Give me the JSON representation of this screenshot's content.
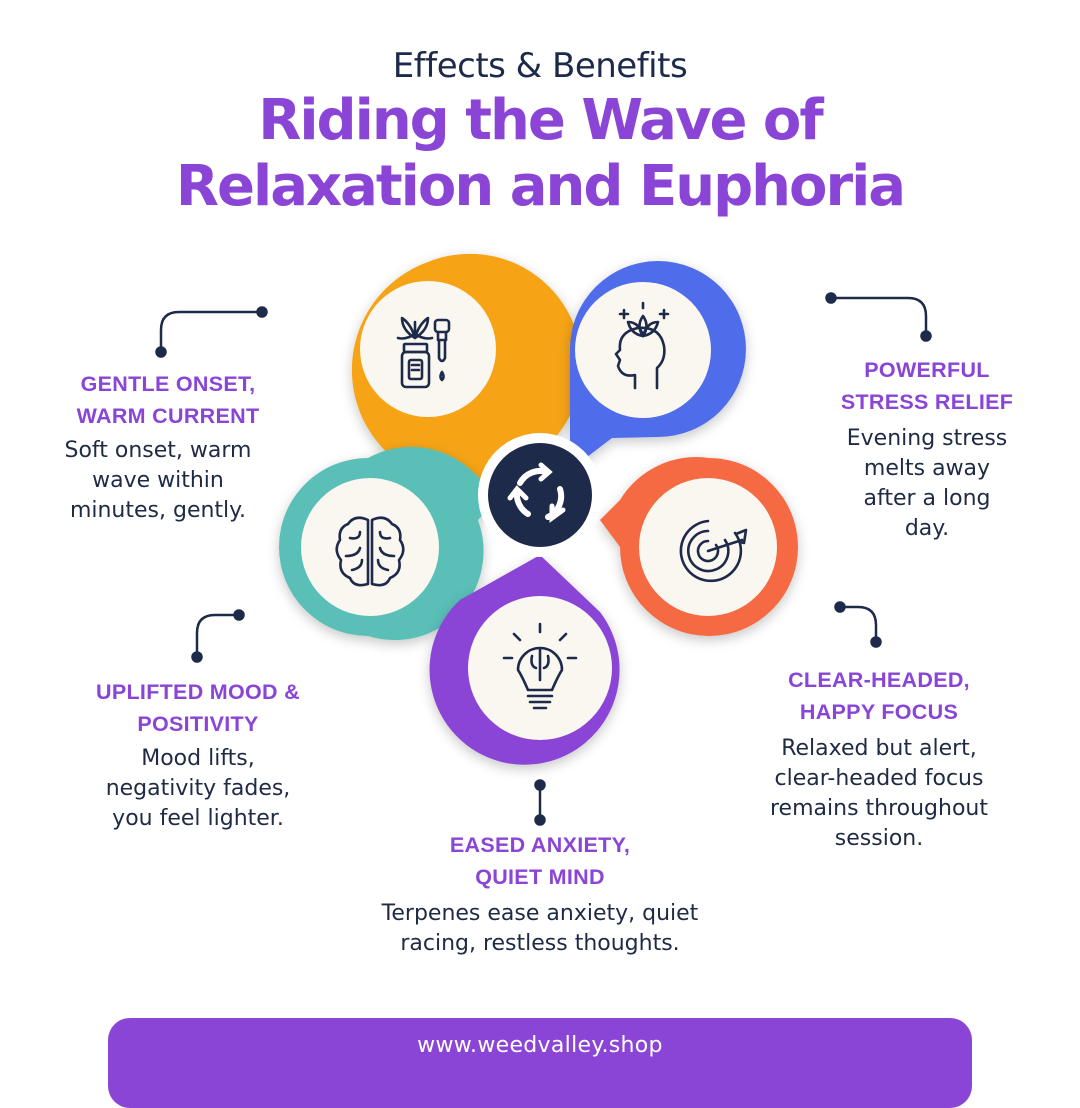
{
  "header": {
    "subtitle": "Effects & Benefits",
    "title_line1": "Riding the Wave of",
    "title_line2": "Relaxation and Euphoria"
  },
  "colors": {
    "purple": "#8A45D6",
    "navy": "#1E2A4A",
    "orange": "#F6A413",
    "blue": "#4F6CEB",
    "teal": "#5ABFB7",
    "coral": "#F56A42",
    "violet": "#8A45D6",
    "cream": "#FAF7F1"
  },
  "center": {
    "icon": "cycle-arrows-icon"
  },
  "petals": [
    {
      "id": "gentle-onset",
      "color": "orange",
      "icon": "cannabis-tincture-icon"
    },
    {
      "id": "stress-relief",
      "color": "blue",
      "icon": "lotus-head-icon"
    },
    {
      "id": "uplifted-mood",
      "color": "teal",
      "icon": "brain-icon"
    },
    {
      "id": "clear-focus",
      "color": "coral",
      "icon": "target-arrow-icon"
    },
    {
      "id": "eased-anxiety",
      "color": "violet",
      "icon": "brain-lightbulb-icon"
    }
  ],
  "benefits": {
    "gentle_onset": {
      "heading1": "GENTLE ONSET,",
      "heading2": "WARM CURRENT",
      "desc1": "Soft onset, warm",
      "desc2": "wave within",
      "desc3": "minutes, gently."
    },
    "stress_relief": {
      "heading1": "POWERFUL",
      "heading2": "STRESS RELIEF",
      "desc1": "Evening stress",
      "desc2": "melts away",
      "desc3": "after a long",
      "desc4": "day."
    },
    "uplifted_mood": {
      "heading1": "UPLIFTED MOOD &",
      "heading2": "POSITIVITY",
      "desc1": "Mood lifts,",
      "desc2": "negativity fades,",
      "desc3": "you feel lighter."
    },
    "clear_focus": {
      "heading1": "CLEAR-HEADED,",
      "heading2": "HAPPY FOCUS",
      "desc1": "Relaxed but alert,",
      "desc2": "clear-headed focus",
      "desc3": "remains throughout",
      "desc4": "session."
    },
    "eased_anxiety": {
      "heading1": "EASED ANXIETY,",
      "heading2": "QUIET MIND",
      "desc1": "Terpenes ease anxiety, quiet",
      "desc2": "racing, restless thoughts."
    }
  },
  "footer": {
    "url": "www.weedvalley.shop"
  }
}
